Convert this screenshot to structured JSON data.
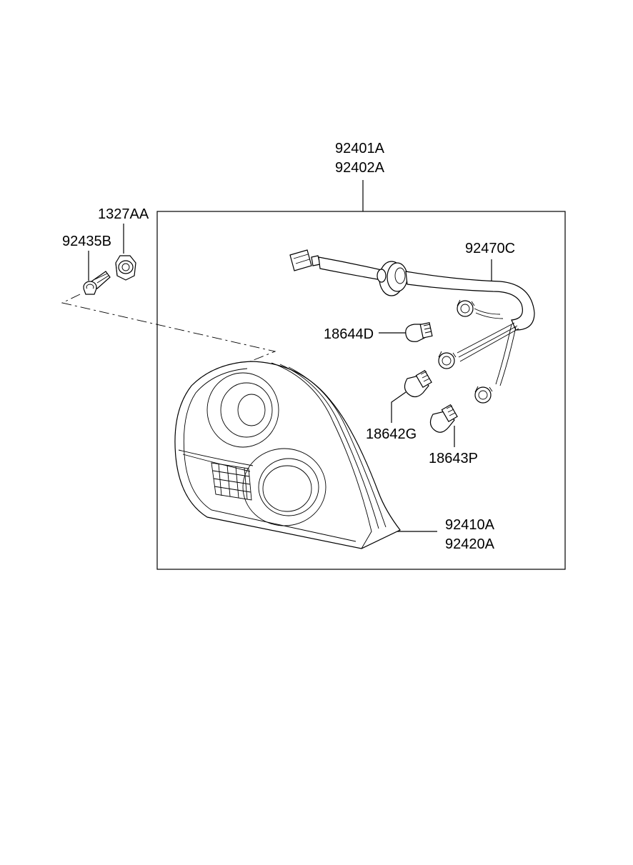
{
  "callouts": {
    "assembly_1": "92401A",
    "assembly_2": "92402A",
    "nut": "1327AA",
    "bolt": "92435B",
    "wiring_harness": "92470C",
    "bulb_upper": "18644D",
    "bulb_middle": "18642G",
    "bulb_lower": "18643P",
    "lens_housing_1": "92410A",
    "lens_housing_2": "92420A"
  }
}
